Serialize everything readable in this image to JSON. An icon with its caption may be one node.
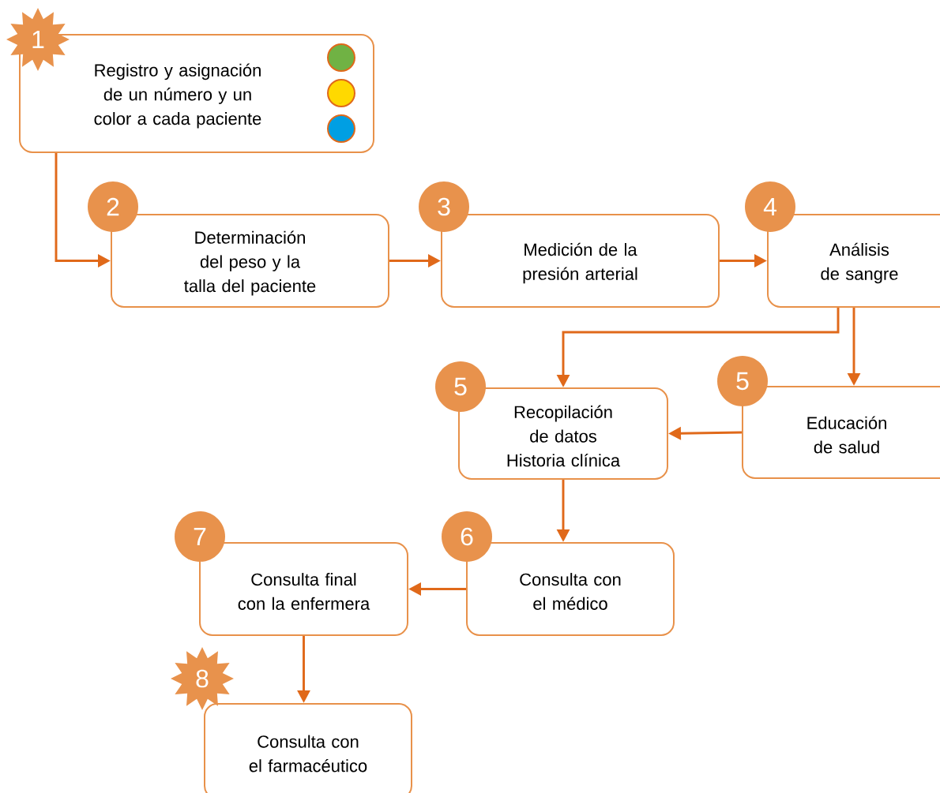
{
  "diagram": {
    "nodes": [
      {
        "text": [
          "1",
          "Registro y asignación de un número y un color a cada paciente"
        ]
      },
      {
        "text": [],
        "shape": "circle",
        "in": 0
      },
      {
        "text": [],
        "shape": "circle",
        "in": 0
      },
      {
        "text": [],
        "shape": "circle",
        "in": 0
      },
      {
        "text": [
          "2",
          "Determinación del peso y la talla del paciente"
        ]
      },
      {
        "text": [
          "3",
          "Medición de la presión arterial"
        ]
      },
      {
        "text": [
          "4",
          "Análisis de sangre"
        ]
      },
      {
        "text": [
          "5",
          "Recopilación de datos Historia clínica"
        ]
      },
      {
        "text": [
          "5",
          "Educación de salud"
        ]
      },
      {
        "text": [
          "6",
          "Consulta con el médico"
        ]
      },
      {
        "text": [
          "7",
          "Consulta final con la enfermera"
        ]
      },
      {
        "text": [
          "8",
          "Consulta con el farmacéutico"
        ]
      }
    ],
    "edges": [
      {
        "from": 0,
        "to": 4,
        "arrow": "to"
      },
      {
        "from": 4,
        "to": 5,
        "arrow": "to"
      },
      {
        "from": 5,
        "to": 6,
        "arrow": "to"
      },
      {
        "from": 6,
        "to": 7,
        "arrow": "to"
      },
      {
        "from": 6,
        "to": 8,
        "arrow": "to"
      },
      {
        "from": 8,
        "to": 7,
        "arrow": "to"
      },
      {
        "from": 7,
        "to": 9,
        "arrow": "to"
      },
      {
        "from": 9,
        "to": 10,
        "arrow": "to"
      },
      {
        "from": 10,
        "to": 11,
        "arrow": "to"
      }
    ]
  }
}
